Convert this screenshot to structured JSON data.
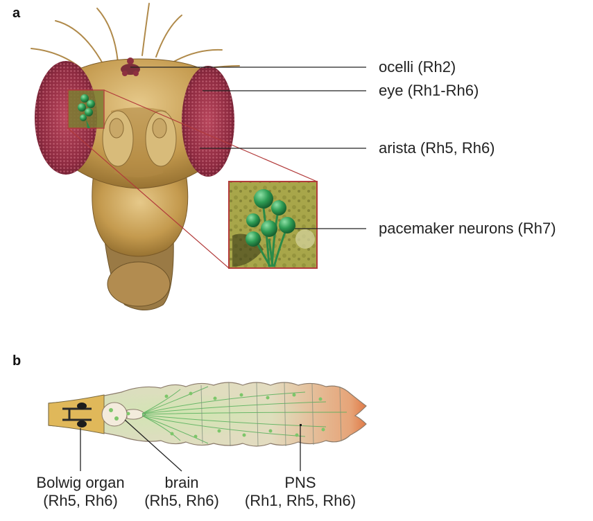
{
  "panel_a": {
    "letter": "a",
    "labels": {
      "ocelli": "ocelli (Rh2)",
      "eye": "eye (Rh1-Rh6)",
      "arista": "arista (Rh5, Rh6)",
      "pacemaker": "pacemaker neurons (Rh7)"
    }
  },
  "panel_b": {
    "letter": "b",
    "labels": {
      "bolwig_name": "Bolwig organ",
      "bolwig_rh": "(Rh5, Rh6)",
      "brain_name": "brain",
      "brain_rh": "(Rh5, Rh6)",
      "pns_name": "PNS",
      "pns_rh": "(Rh1, Rh5, Rh6)"
    }
  },
  "colors": {
    "eye_red": "#9a2f45",
    "head_tan": "#c8a35a",
    "neuron_green": "#2f9a55",
    "inset_border": "#b23a3a",
    "larva_body": "#dfe2c0",
    "larva_tail": "#e08a55"
  }
}
